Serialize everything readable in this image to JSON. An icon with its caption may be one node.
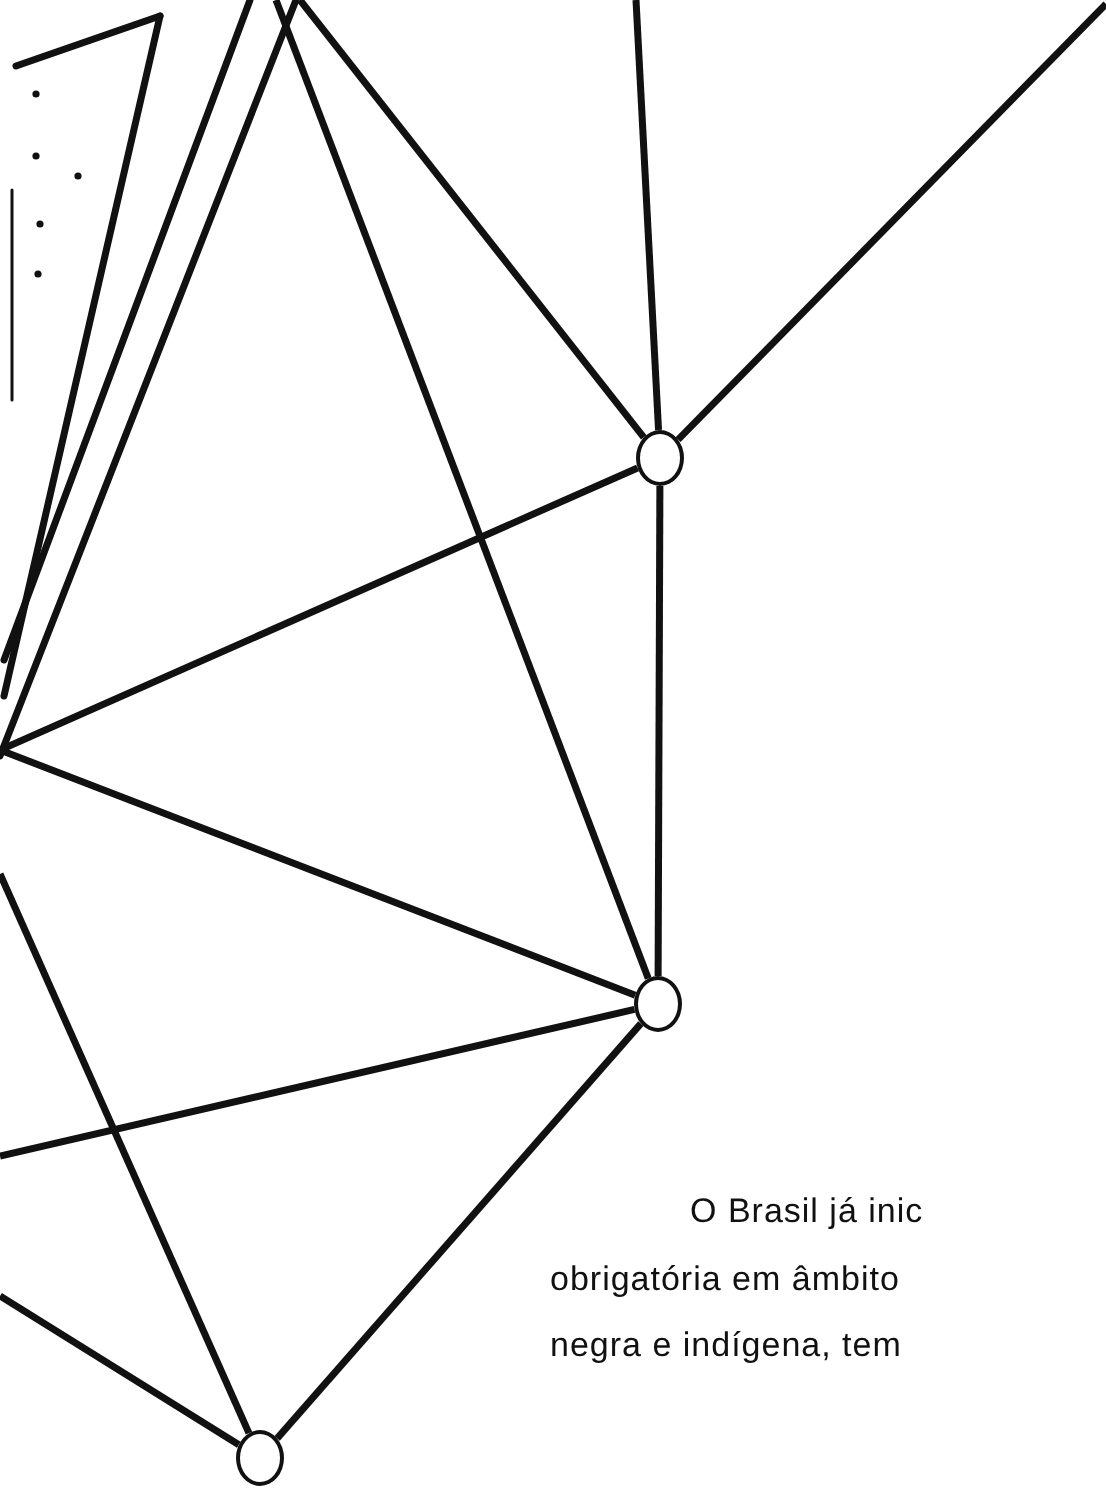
{
  "diagram": {
    "nodes": [
      {
        "text": [],
        "shape": "circle"
      },
      {
        "text": [],
        "shape": "circle"
      },
      {
        "text": [],
        "shape": "circle"
      }
    ],
    "edges": [
      {
        "from": 0,
        "to": 1,
        "arrow": "none"
      },
      {
        "from": 1,
        "to": 2,
        "arrow": "none"
      },
      {
        "from": null,
        "to": 0,
        "arrow": "none"
      },
      {
        "from": 0,
        "to": null,
        "arrow": "none"
      },
      {
        "from": null,
        "to": 0,
        "arrow": "none"
      },
      {
        "from": null,
        "to": 0,
        "arrow": "none"
      },
      {
        "from": null,
        "to": 1,
        "arrow": "none"
      },
      {
        "from": null,
        "to": 1,
        "arrow": "none"
      },
      {
        "from": null,
        "to": 1,
        "arrow": "none"
      },
      {
        "from": null,
        "to": 2,
        "arrow": "none"
      },
      {
        "from": null,
        "to": 2,
        "arrow": "none"
      }
    ],
    "labels": [
      "O Brasil já inic",
      "obrigatória em âmbito",
      "negra e indígena, tem"
    ]
  }
}
